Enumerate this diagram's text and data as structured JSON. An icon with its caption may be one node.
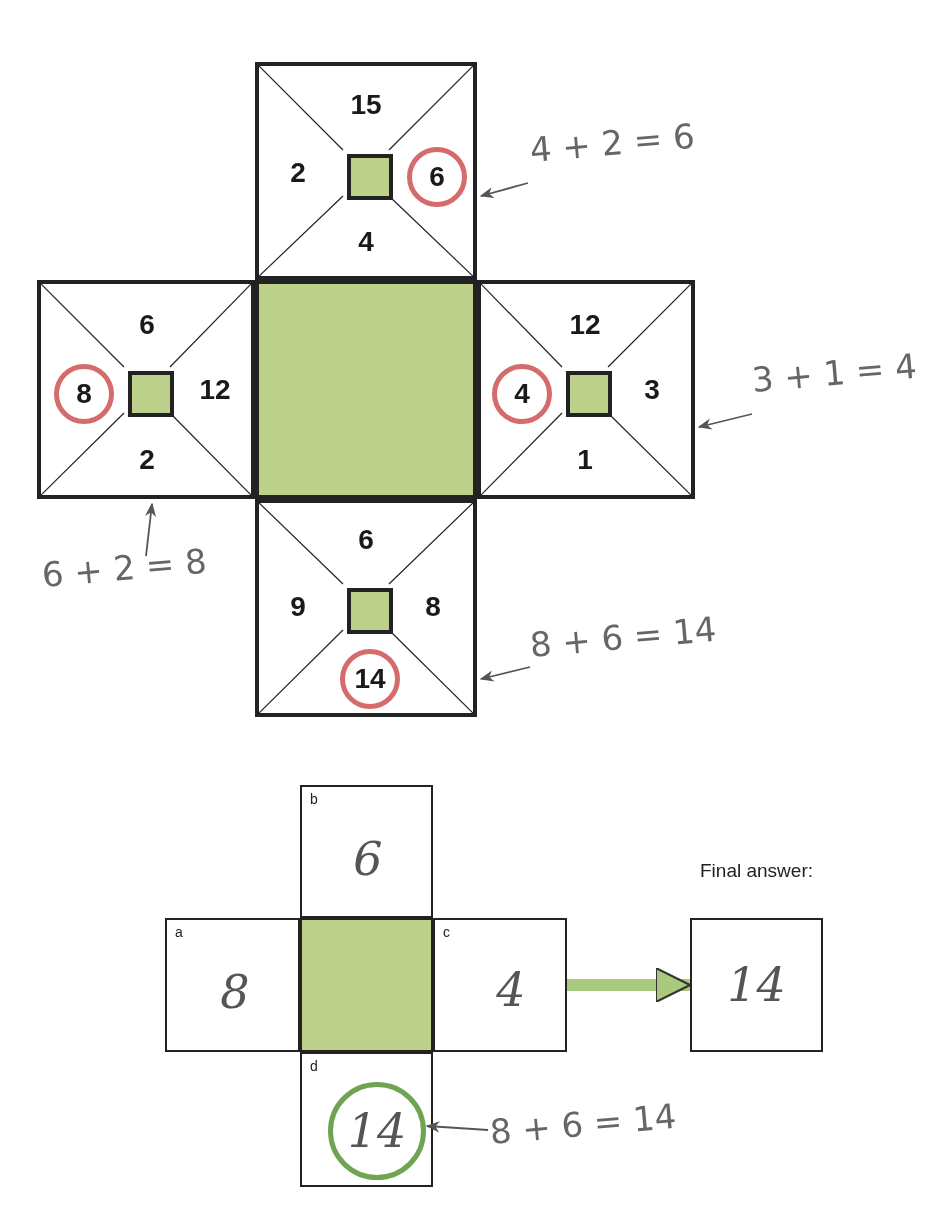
{
  "diagram": {
    "nodes": [
      {
        "text": [
          "15",
          "2",
          "4"
        ]
      },
      {
        "text": [],
        "shape": "box",
        "in": 0
      },
      {
        "text": [
          "6"
        ],
        "in": 0
      },
      {
        "text": [
          "4 + 2 = 6"
        ]
      },
      {
        "text": [
          "6",
          "12",
          "2"
        ]
      },
      {
        "text": [
          "8"
        ],
        "in": 4
      },
      {
        "text": [],
        "shape": "box",
        "in": 4
      },
      {
        "text": [],
        "shape": "box"
      },
      {
        "text": [
          "12",
          "3",
          "1"
        ]
      },
      {
        "text": [
          "4"
        ],
        "in": 8
      },
      {
        "text": [],
        "shape": "box",
        "in": 8
      },
      {
        "text": [
          "3 + 1 = 4"
        ]
      },
      {
        "text": [
          "6 + 2 = 8"
        ]
      },
      {
        "text": [
          "6",
          "9",
          "8"
        ]
      },
      {
        "text": [],
        "shape": "box",
        "in": 13
      },
      {
        "text": [
          "14"
        ],
        "in": 13
      },
      {
        "text": [
          "8 + 6 = 14"
        ]
      },
      {
        "text": [
          "b",
          "6"
        ]
      },
      {
        "text": [
          "a",
          "8"
        ]
      },
      {
        "text": [],
        "shape": "box"
      },
      {
        "text": [
          "c",
          "4"
        ]
      },
      {
        "text": [
          "d"
        ]
      },
      {
        "text": [
          "14"
        ],
        "in": 21
      },
      {
        "text": [
          "8 + 6 = 14"
        ]
      },
      {
        "text": [
          "Final answer:",
          "14"
        ]
      }
    ],
    "edges": [
      {
        "from": 3,
        "to": 0,
        "arrow": "to"
      },
      {
        "from": 11,
        "to": 8,
        "arrow": "to"
      },
      {
        "from": 12,
        "to": 4,
        "arrow": "to"
      },
      {
        "from": 16,
        "to": 13,
        "arrow": "to"
      },
      {
        "from": 23,
        "to": 22,
        "arrow": "to"
      },
      {
        "from": 20,
        "to": 24,
        "arrow": "to",
        "style": "thick",
        "color": "#a9c97c"
      }
    ]
  }
}
